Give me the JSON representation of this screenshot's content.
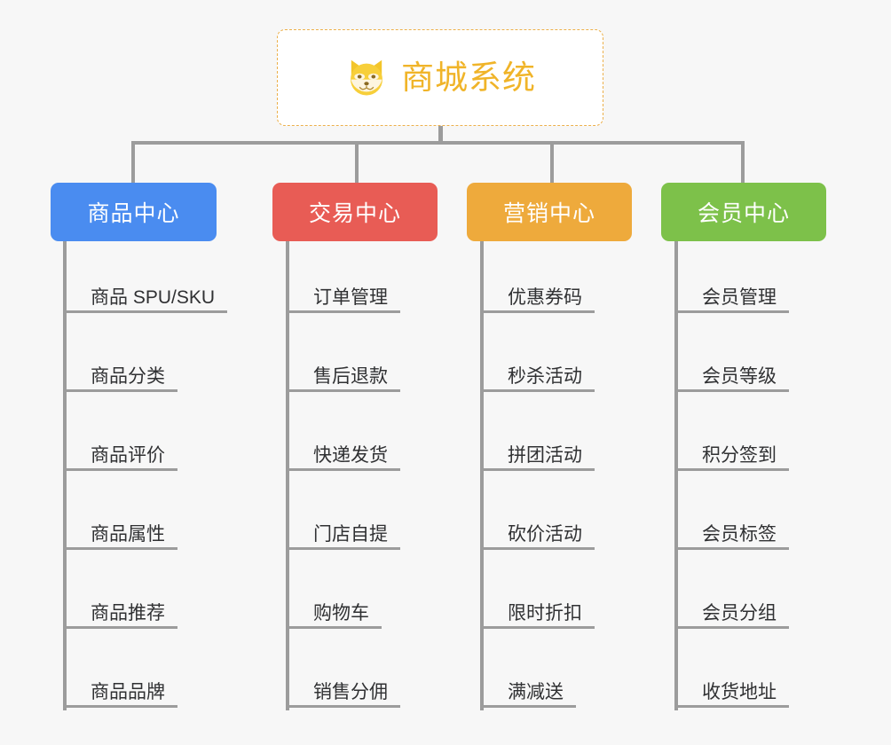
{
  "background_color": "#f7f7f7",
  "root": {
    "title": "商城系统",
    "icon": "shiba-dog-face-icon",
    "text_color": "#f0b429",
    "border_color": "#ecb04b",
    "background": "#ffffff"
  },
  "connector_color": "#9c9c9c",
  "branches": [
    {
      "label": "商品中心",
      "color": "#4a8cf0",
      "items": [
        "商品 SPU/SKU",
        "商品分类",
        "商品评价",
        "商品属性",
        "商品推荐",
        "商品品牌"
      ]
    },
    {
      "label": "交易中心",
      "color": "#e85c55",
      "items": [
        "订单管理",
        "售后退款",
        "快递发货",
        "门店自提",
        "购物车",
        "销售分佣"
      ]
    },
    {
      "label": "营销中心",
      "color": "#eeaa3c",
      "items": [
        "优惠券码",
        "秒杀活动",
        "拼团活动",
        "砍价活动",
        "限时折扣",
        "满减送"
      ]
    },
    {
      "label": "会员中心",
      "color": "#7dc14a",
      "items": [
        "会员管理",
        "会员等级",
        "积分签到",
        "会员标签",
        "会员分组",
        "收货地址"
      ]
    }
  ]
}
